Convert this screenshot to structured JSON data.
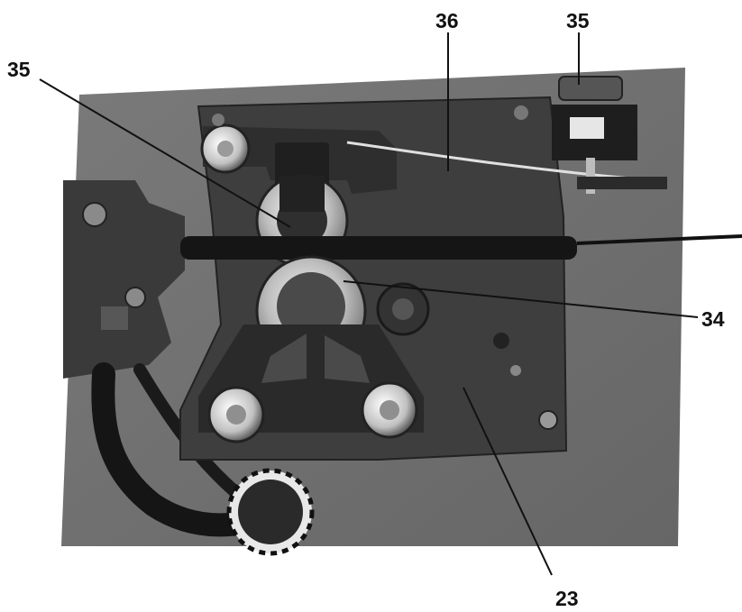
{
  "labels": {
    "callout_35_left": "35",
    "callout_36": "36",
    "callout_35_right": "35",
    "callout_34": "34",
    "callout_23": "23"
  },
  "colors": {
    "panel": "#6f6f6f",
    "plate": "#3c3c3c",
    "roller_metal": "#c8c8c8",
    "callout_line": "#111111"
  }
}
